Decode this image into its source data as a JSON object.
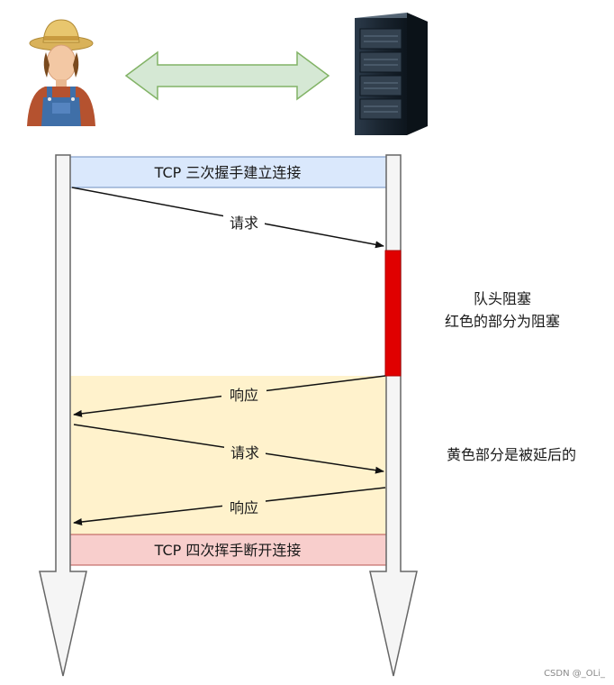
{
  "labels": {
    "handshake": "TCP 三次握手建立连接",
    "request1": "请求",
    "note_block_line1": "队头阻塞",
    "note_block_line2": "红色的部分为阻塞",
    "response1": "响应",
    "request2": "请求",
    "note_yellow": "黄色部分是被延后的",
    "response2": "响应",
    "teardown": "TCP 四次挥手断开连接",
    "watermark": "CSDN @_OLi_"
  },
  "colors": {
    "handshake_fill": "#dae8fc",
    "handshake_stroke": "#6c8ebf",
    "teardown_fill": "#f8cecc",
    "teardown_stroke": "#b85450",
    "yellow_fill": "#fff2cc",
    "blocking_red": "#e00000",
    "bidirectional_arrow_fill": "#d5e8d4",
    "bidirectional_arrow_stroke": "#82b366",
    "lifeline_fill": "#f5f5f5",
    "lifeline_stroke": "#666666"
  },
  "icons": {
    "client": "farmer-person-icon",
    "server": "server-rack-icon",
    "link": "bidirectional-arrow-icon"
  }
}
